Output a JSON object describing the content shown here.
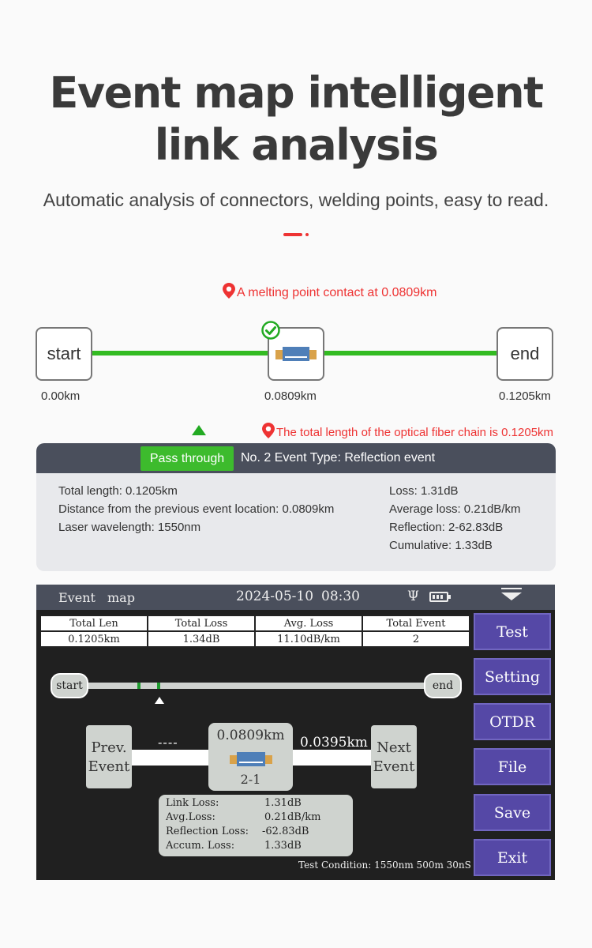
{
  "header": {
    "title_line1": "Event map intelligent",
    "title_line2": "link analysis",
    "subtitle": "Automatic analysis of connectors, welding points, easy to read.",
    "accent_color": "#e33333"
  },
  "diagram": {
    "note_top": "A melting point contact at 0.0809km",
    "note_bottom": "The total length of the optical fiber chain is 0.1205km",
    "start_label": "start",
    "end_label": "end",
    "start_km": "0.00km",
    "mid_km": "0.0809km",
    "end_km": "0.1205km",
    "line_color": "#33bb22",
    "icons": [
      "map-pin-icon",
      "check-circle-icon",
      "splice-icon"
    ]
  },
  "panel": {
    "pass_label": "Pass through",
    "event_type": "No. 2 Event Type: Reflection event",
    "left": [
      "Total length: 0.1205km",
      "Distance from the previous event location: 0.0809km",
      "Laser wavelength: 1550nm"
    ],
    "right": [
      "Loss: 1.31dB",
      "Average loss: 0.21dB/km",
      "Reflection: 2-62.83dB",
      "Cumulative: 1.33dB"
    ]
  },
  "device": {
    "title": "Event map",
    "date": "2024-05-10",
    "time": "08:30",
    "usb_glyph": "Ψ",
    "summary": {
      "headers": [
        "Total Len",
        "Total Loss",
        "Avg. Loss",
        "Total Event"
      ],
      "values": [
        "0.1205km",
        "1.34dB",
        "11.10dB/km",
        "2"
      ]
    },
    "buttons": [
      "Test",
      "Setting",
      "OTDR",
      "File",
      "Save",
      "Exit"
    ],
    "button_color": "#5548a6",
    "track": {
      "start": "start",
      "end": "end"
    },
    "prev_event": [
      "Prev.",
      "Event"
    ],
    "next_event": [
      "Next",
      "Event"
    ],
    "prev_dist": "----",
    "next_dist": "0.0395km",
    "event_km": "0.0809km",
    "event_id": "2-1",
    "details": [
      {
        "label": "Link Loss:",
        "value": "1.31dB"
      },
      {
        "label": "Avg.Loss:",
        "value": "0.21dB/km"
      },
      {
        "label": "Reflection Loss:",
        "value": "-62.83dB"
      },
      {
        "label": "Accum. Loss:",
        "value": "1.33dB"
      }
    ],
    "test_condition": "Test Condition: 1550nm 500m 30nS"
  }
}
